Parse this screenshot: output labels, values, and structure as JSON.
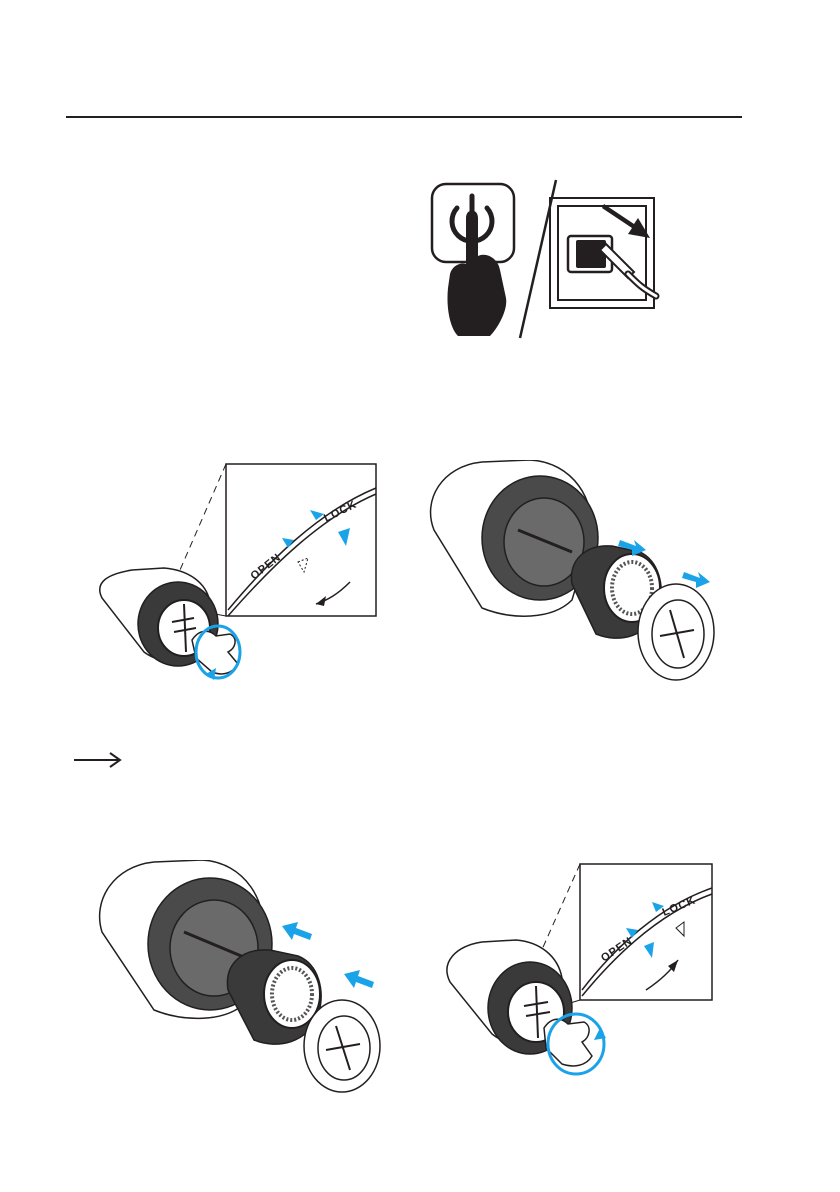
{
  "manual": {
    "lock_label_1": "LOCK",
    "open_label_1": "OPEN",
    "lock_label_2": "LOCK",
    "open_label_2": "OPEN"
  },
  "icons": {
    "power": "power-button-icon",
    "plug": "unplug-icon",
    "arrow": "right-arrow-icon"
  },
  "colors": {
    "accent": "#1aa3e8",
    "ink": "#231f20"
  }
}
